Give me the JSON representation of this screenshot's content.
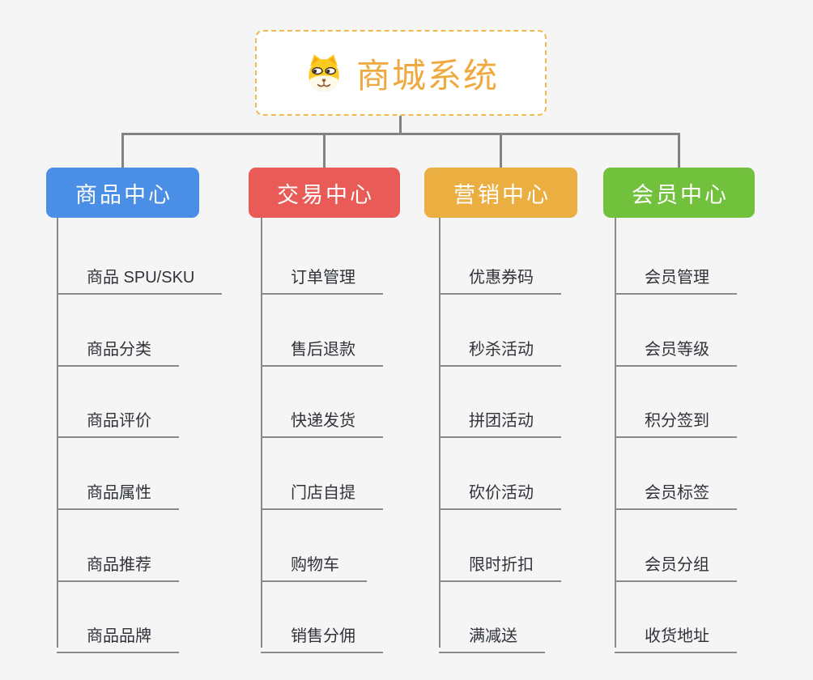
{
  "root": {
    "title": "商城系统",
    "icon": "dog-face-icon",
    "title_color": "#EFA93E",
    "border_color": "#F2B950",
    "background": "#FFFFFF"
  },
  "connector_color": "#828282",
  "background_color": "#F5F5F6",
  "item_text_color": "#2F3338",
  "item_line_color": "#8A8A8A",
  "branches": [
    {
      "label": "商品中心",
      "color": "#4A8EE6",
      "items": [
        "商品 SPU/SKU",
        "商品分类",
        "商品评价",
        "商品属性",
        "商品推荐",
        "商品品牌"
      ]
    },
    {
      "label": "交易中心",
      "color": "#E85B57",
      "items": [
        "订单管理",
        "售后退款",
        "快递发货",
        "门店自提",
        "购物车",
        "销售分佣"
      ]
    },
    {
      "label": "营销中心",
      "color": "#EBAE41",
      "items": [
        "优惠券码",
        "秒杀活动",
        "拼团活动",
        "砍价活动",
        "限时折扣",
        "满减送"
      ]
    },
    {
      "label": "会员中心",
      "color": "#72C13D",
      "items": [
        "会员管理",
        "会员等级",
        "积分签到",
        "会员标签",
        "会员分组",
        "收货地址"
      ]
    }
  ]
}
